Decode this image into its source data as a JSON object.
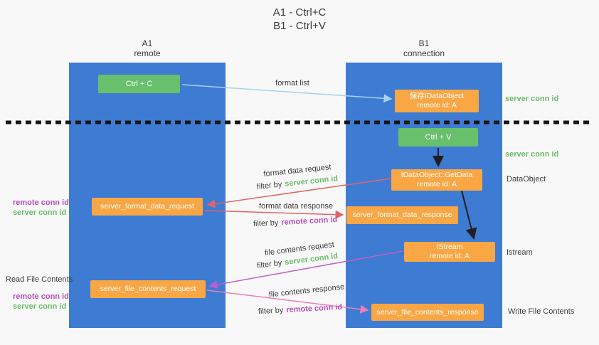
{
  "title": {
    "line1": "A1 - Ctrl+C",
    "line2": "B1 - Ctrl+V"
  },
  "lanes": {
    "left": {
      "name": "A1",
      "subtitle": "remote"
    },
    "right": {
      "name": "B1",
      "subtitle": "connection"
    }
  },
  "nodes": {
    "ctrl_c": {
      "label": "Ctrl + C"
    },
    "save_dataobject": {
      "line1": "保存IDataObject",
      "line2": "remote id: A"
    },
    "ctrl_v": {
      "label": "Ctrl + V"
    },
    "getdata": {
      "line1": "IDataObject::GetData",
      "line2": "remote id: A"
    },
    "format_request": {
      "label": "server_format_data_request"
    },
    "format_response": {
      "label": "server_format_data_response"
    },
    "istream": {
      "line1": "IStream",
      "line2": "remote id: A"
    },
    "file_request": {
      "label": "server_file_contents_request"
    },
    "file_response": {
      "label": "server_file_contents_response"
    }
  },
  "arrow_labels": {
    "format_list": "format list",
    "format_data_request": "format data request",
    "format_data_response": "format data response",
    "file_contents_request": "file contents request",
    "file_contents_response": "file contents response",
    "filter_by": "filter by"
  },
  "terms": {
    "server_conn_id": "server conn id",
    "remote_conn_id": "remote conn id"
  },
  "side_labels": {
    "dataobject": "DataObject",
    "istream": "Istream",
    "read_file_contents": "Read File Contents",
    "write_file_contents": "Write File Contents"
  },
  "colors": {
    "lane_blue": "#3e7bd3",
    "node_green": "#68bf6c",
    "node_orange": "#f8a744",
    "arrow_lightblue": "#a5d3ea",
    "arrow_black": "#1f1f1f",
    "arrow_red": "#e06666",
    "arrow_purple": "#bf5fc9",
    "arrow_pink": "#ec7fb4",
    "term_green": "#6abf69",
    "term_magenta": "#b94fbe"
  }
}
